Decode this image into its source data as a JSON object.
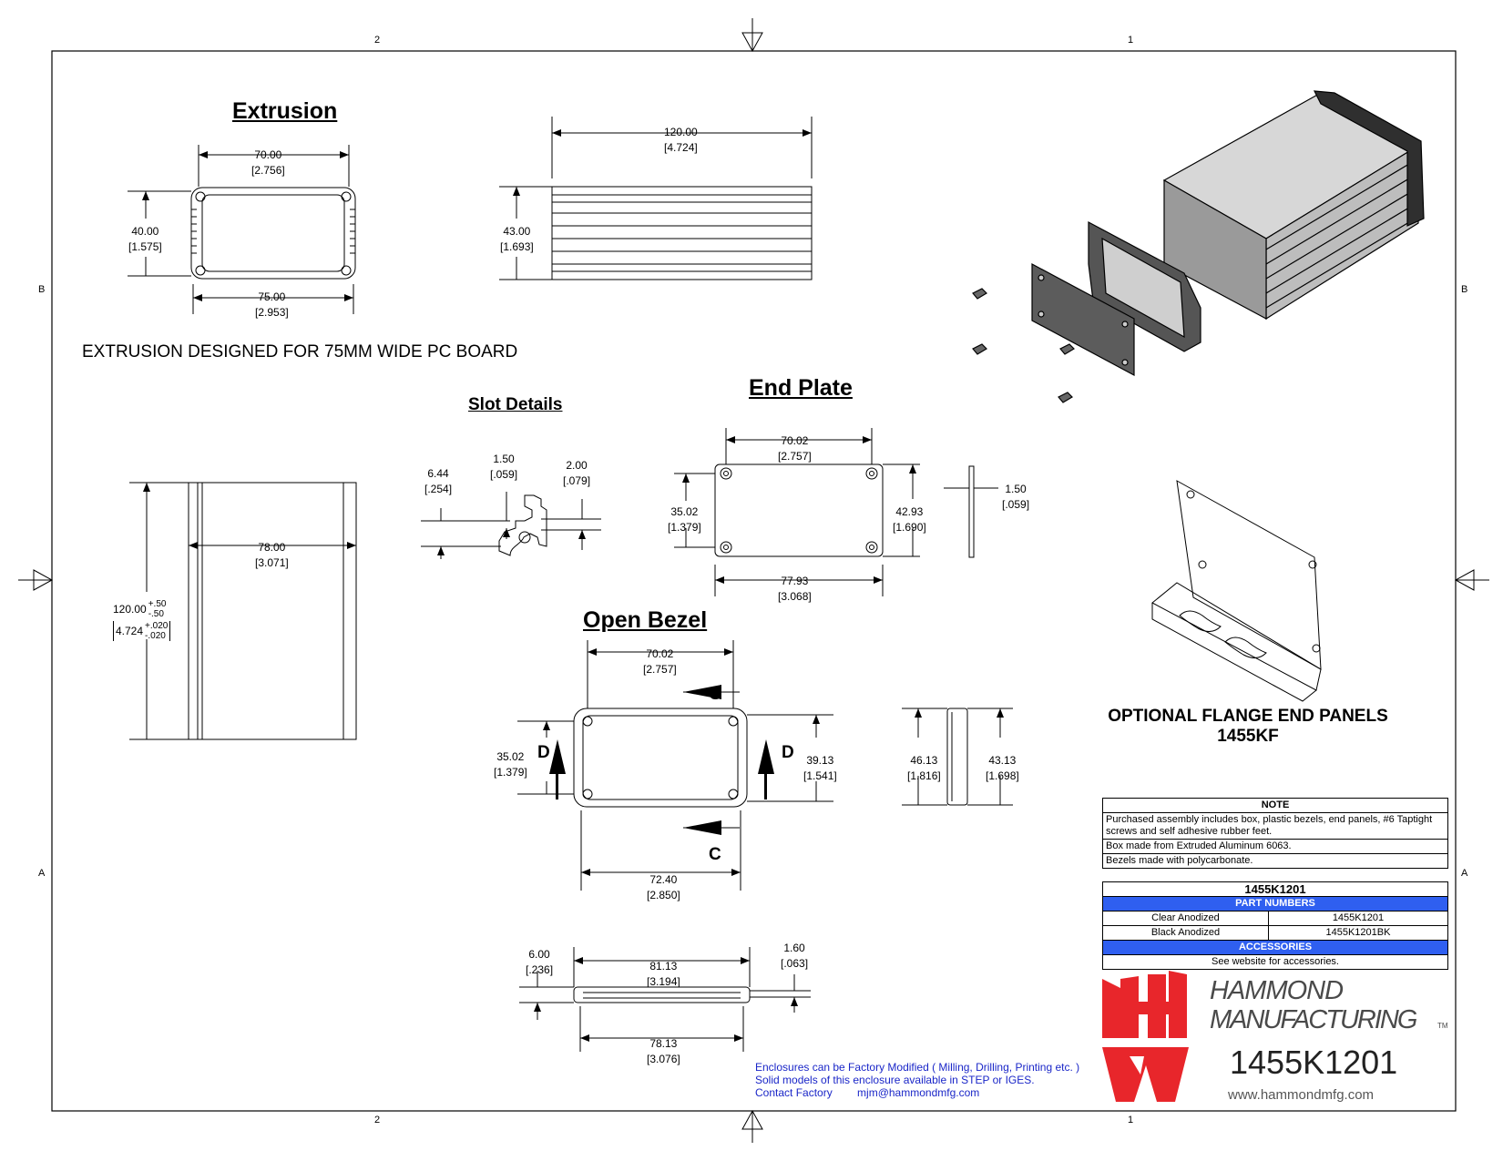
{
  "zones": {
    "top_left": "2",
    "top_right": "1",
    "bottom_left": "2",
    "bottom_right": "1",
    "side_b": "B",
    "side_a": "A"
  },
  "titles": {
    "extrusion": "Extrusion",
    "slot_details": "Slot Details",
    "end_plate": "End Plate",
    "open_bezel": "Open Bezel",
    "extrusion_note": "EXTRUSION DESIGNED FOR 75MM WIDE PC BOARD",
    "flange_title": "OPTIONAL FLANGE END PANELS",
    "flange_part": "1455KF"
  },
  "dims": {
    "ext_w": {
      "mm": "70.00",
      "in": "[2.756]"
    },
    "ext_h": {
      "mm": "40.00",
      "in": "[1.575]"
    },
    "ext_bw": {
      "mm": "75.00",
      "in": "[2.953]"
    },
    "side_len": {
      "mm": "120.00",
      "in": "[4.724]"
    },
    "side_h": {
      "mm": "43.00",
      "in": "[1.693]"
    },
    "top_w": {
      "mm": "78.00",
      "in": "[3.071]"
    },
    "top_len": {
      "mm": "120.00",
      "tol_plus": "+.50",
      "tol_minus": "-.50",
      "in": "4.724",
      "in_tol_plus": "+.020",
      "in_tol_minus": "-.020"
    },
    "slot_a": {
      "mm": "6.44",
      "in": "[.254]"
    },
    "slot_b": {
      "mm": "1.50",
      "in": "[.059]"
    },
    "slot_c": {
      "mm": "2.00",
      "in": "[.079]"
    },
    "ep_w": {
      "mm": "70.02",
      "in": "[2.757]"
    },
    "ep_h": {
      "mm": "35.02",
      "in": "[1.379]"
    },
    "ep_oh": {
      "mm": "42.93",
      "in": "[1.690]"
    },
    "ep_ow": {
      "mm": "77.93",
      "in": "[3.068]"
    },
    "ep_t": {
      "mm": "1.50",
      "in": "[.059]"
    },
    "bz_w": {
      "mm": "70.02",
      "in": "[2.757]"
    },
    "bz_h": {
      "mm": "35.02",
      "in": "[1.379]"
    },
    "bz_ih": {
      "mm": "39.13",
      "in": "[1.541]"
    },
    "bz_ow": {
      "mm": "72.40",
      "in": "[2.850]"
    },
    "bz_sh": {
      "mm": "46.13",
      "in": "[1.816]"
    },
    "bz_sh2": {
      "mm": "43.13",
      "in": "[1.698]"
    },
    "bz_t": {
      "mm": "6.00",
      "in": "[.236]"
    },
    "bz_ww": {
      "mm": "81.13",
      "in": "[3.194]"
    },
    "bz_lip": {
      "mm": "1.60",
      "in": "[.063]"
    },
    "bz_bw": {
      "mm": "78.13",
      "in": "[3.076]"
    }
  },
  "section_letters": {
    "c": "C",
    "d": "D"
  },
  "note": {
    "heading": "NOTE",
    "lines": [
      "Purchased assembly includes box, plastic bezels, end panels, #6 Taptight screws and self adhesive rubber feet.",
      "Box made from Extruded Aluminum 6063.",
      "Bezels made with polycarbonate."
    ]
  },
  "parts": {
    "model": "1455K1201",
    "heading": "PART NUMBERS",
    "rows": [
      {
        "finish": "Clear Anodized",
        "part": "1455K1201"
      },
      {
        "finish": "Black Anodized",
        "part": "1455K1201BK"
      }
    ],
    "acc_heading": "ACCESSORIES",
    "acc_text": "See website for accessories."
  },
  "brand": {
    "line1": "HAMMOND",
    "line2": "MANUFACTURING",
    "tm": "TM",
    "model": "1455K1201",
    "url": "www.hammondmfg.com",
    "logo_color": "#e8262b"
  },
  "factory_note": {
    "line1": "Enclosures can be Factory Modified ( Milling, Drilling, Printing etc. )",
    "line2": "Solid models of this enclosure available in STEP or IGES.",
    "line3": "Contact Factory",
    "email": "mjm@hammondmfg.com"
  }
}
